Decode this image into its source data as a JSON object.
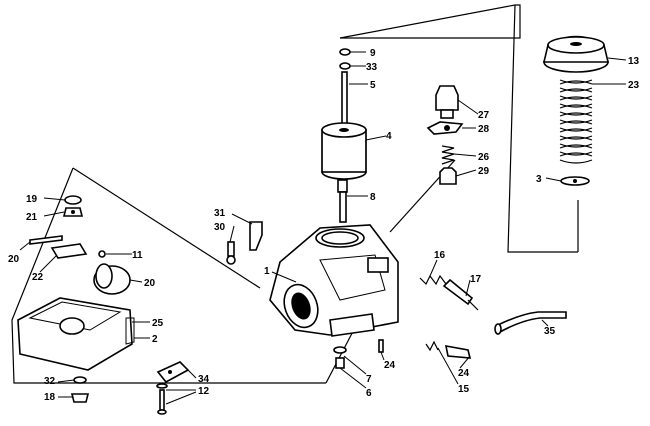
{
  "diagram": {
    "callouts": [
      {
        "id": "c9",
        "text": "9"
      },
      {
        "id": "c33",
        "text": "33"
      },
      {
        "id": "c5",
        "text": "5"
      },
      {
        "id": "c4",
        "text": "4"
      },
      {
        "id": "c8",
        "text": "8"
      },
      {
        "id": "c27",
        "text": "27"
      },
      {
        "id": "c28",
        "text": "28"
      },
      {
        "id": "c26",
        "text": "26"
      },
      {
        "id": "c29",
        "text": "29"
      },
      {
        "id": "c13",
        "text": "13"
      },
      {
        "id": "c23",
        "text": "23"
      },
      {
        "id": "c3",
        "text": "3"
      },
      {
        "id": "c31",
        "text": "31"
      },
      {
        "id": "c30",
        "text": "30"
      },
      {
        "id": "c1",
        "text": "1"
      },
      {
        "id": "c16",
        "text": "16"
      },
      {
        "id": "c17",
        "text": "17"
      },
      {
        "id": "c35",
        "text": "35"
      },
      {
        "id": "c24a",
        "text": "24"
      },
      {
        "id": "c24b",
        "text": "24"
      },
      {
        "id": "c7",
        "text": "7"
      },
      {
        "id": "c6",
        "text": "6"
      },
      {
        "id": "c15",
        "text": "15"
      },
      {
        "id": "c19",
        "text": "19"
      },
      {
        "id": "c21",
        "text": "21"
      },
      {
        "id": "c20a",
        "text": "20"
      },
      {
        "id": "c22",
        "text": "22"
      },
      {
        "id": "c11",
        "text": "11"
      },
      {
        "id": "c20b",
        "text": "20"
      },
      {
        "id": "c25",
        "text": "25"
      },
      {
        "id": "c2",
        "text": "2"
      },
      {
        "id": "c32",
        "text": "32"
      },
      {
        "id": "c18",
        "text": "18"
      },
      {
        "id": "c34",
        "text": "34"
      },
      {
        "id": "c12",
        "text": "12"
      }
    ]
  }
}
